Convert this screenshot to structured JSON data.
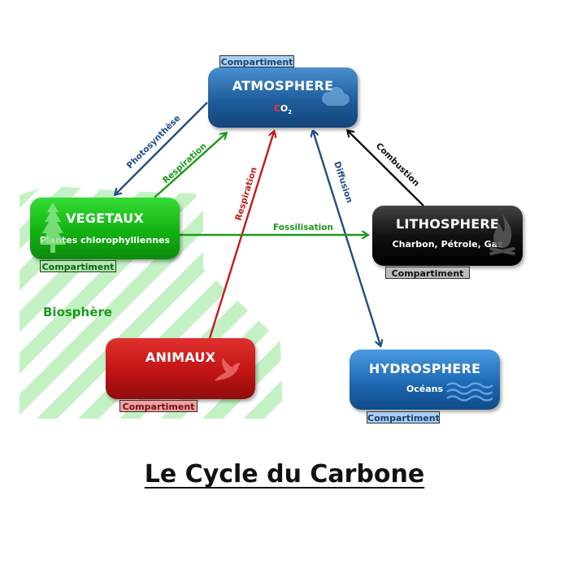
{
  "colors": {
    "atmosphere": "#1e5d9c",
    "vegetaux": "#13b213",
    "lithosphere": "#111111",
    "animaux": "#c21414",
    "hydrosphere": "#1e6ab5",
    "biosphere_stripes": "#bff0bf",
    "arrow_blue": "#1f4f86",
    "arrow_green": "#1a9a1a",
    "arrow_red": "#c81818",
    "arrow_black": "#111111"
  },
  "compartments": {
    "atmosphere": {
      "name": "ATMOSPHERE",
      "co2_c": "C",
      "co2_o": "O",
      "co2_sub": "2",
      "tag": "Compartiment",
      "icon": "cloud-icon"
    },
    "vegetaux": {
      "name": "VEGETAUX",
      "sub": "Plantes chlorophylliennes",
      "tag": "Compartiment",
      "icon": "tree-icon"
    },
    "lithosphere": {
      "name": "LITHOSPHERE",
      "sub": "Charbon, Pétrole, Gaz",
      "tag": "Compartiment",
      "icon": "fire-icon"
    },
    "animaux": {
      "name": "ANIMAUX",
      "tag": "Compartiment",
      "icon": "bird-icon"
    },
    "hydrosphere": {
      "name": "HYDROSPHERE",
      "sub": "Océans",
      "tag": "Compartiment",
      "icon": "waves-icon"
    }
  },
  "arrows": {
    "photosynthese": "Photosynthèse",
    "respiration_vegetaux": "Respiration",
    "respiration_animaux": "Respiration",
    "diffusion": "Diffusion",
    "combustion": "Combustion",
    "fossilisation": "Fossilisation"
  },
  "biosphere": "Biosphère",
  "title": "Le Cycle du Carbone"
}
